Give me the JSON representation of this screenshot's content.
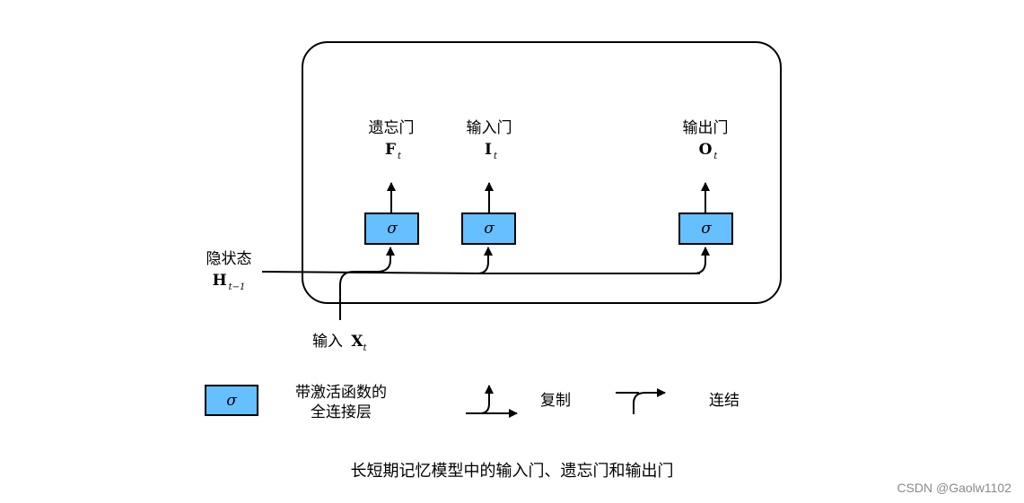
{
  "colors": {
    "gate_fill": "#66bfff",
    "stroke": "#000000",
    "watermark": "#8a8a8a"
  },
  "gates": [
    {
      "label": "遗忘门",
      "symbol": "F",
      "sub": "t",
      "sigma": "σ"
    },
    {
      "label": "输入门",
      "symbol": "I",
      "sub": "t",
      "sigma": "σ"
    },
    {
      "label": "输出门",
      "symbol": "O",
      "sub": "t",
      "sigma": "σ"
    }
  ],
  "hidden_state": {
    "label": "隐状态",
    "symbol": "H",
    "sub": "t−1"
  },
  "input": {
    "label": "输入",
    "symbol": "X",
    "sub": "t"
  },
  "legend": {
    "sigma": "σ",
    "fc_line1": "带激活函数的",
    "fc_line2": "全连接层",
    "copy": "复制",
    "concat": "连结"
  },
  "caption": "长短期记忆模型中的输入门、遗忘门和输出门",
  "watermark": "CSDN @Gaolw1102"
}
